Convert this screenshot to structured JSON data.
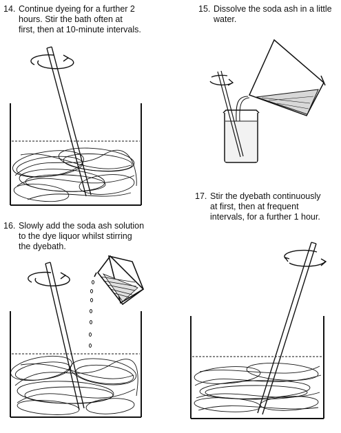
{
  "steps": [
    {
      "number": "14.",
      "text": "Continue dyeing for a further 2\nhours.  Stir the bath often at\nfirst, then at 10-minute intervals."
    },
    {
      "number": "15.",
      "text": "Dissolve the soda ash in a little\nwater."
    },
    {
      "number": "16.",
      "text": "Slowly add the soda ash solution\nto the dye liquor whilst stirring\nthe dyebath."
    },
    {
      "number": "17.",
      "text": "Stir the dyebath continuously\nat first, then at frequent\nintervals, for a further 1 hour."
    }
  ],
  "colors": {
    "ink": "#111111",
    "background": "#ffffff"
  },
  "icons": [
    "rotation-arrow-icon",
    "stirring-rod-icon",
    "dye-bath-icon",
    "yarn-skein-icon",
    "beaker-icon",
    "jug-icon",
    "drip-icon"
  ]
}
